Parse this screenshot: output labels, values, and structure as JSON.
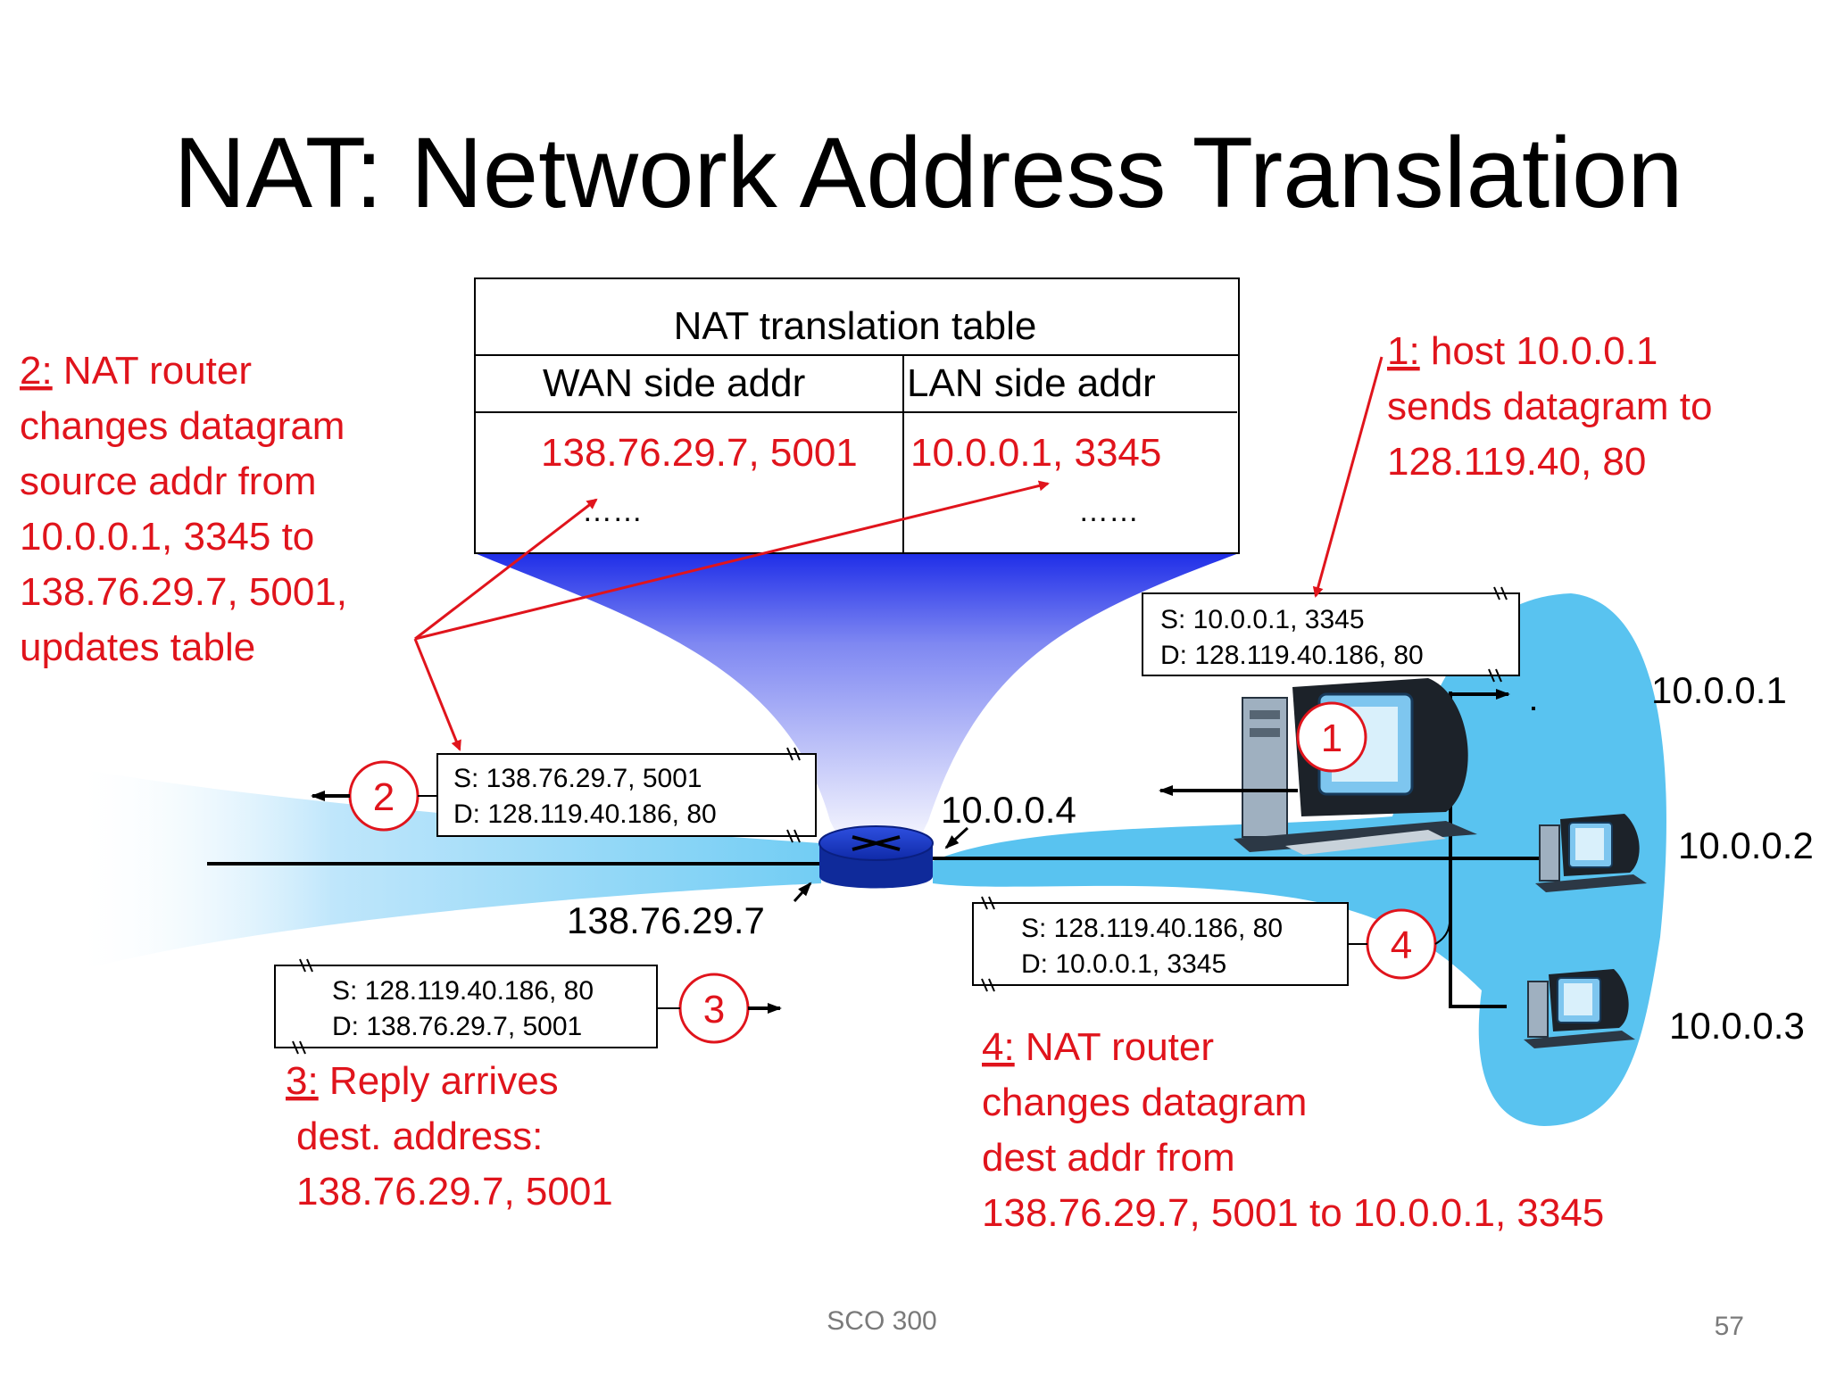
{
  "slide": {
    "title": "NAT: Network Address Translation",
    "footer": "SCO 300",
    "page_number": "57"
  },
  "nat_table": {
    "caption": "NAT translation table",
    "col_wan": "WAN side addr",
    "col_lan": "LAN side addr",
    "row_wan": "138.76.29.7, 5001",
    "row_lan": "10.0.0.1, 3345",
    "ellipsis_wan": "……",
    "ellipsis_lan": "……"
  },
  "step1": {
    "num": "1:",
    "line1": " host 10.0.0.1",
    "line2": "sends datagram to",
    "line3": "128.119.40, 80"
  },
  "step2": {
    "num": "2:",
    "line1": " NAT router",
    "line2": "changes datagram",
    "line3": "source addr from",
    "line4": "10.0.0.1, 3345 to",
    "line5": "138.76.29.7, 5001,",
    "line6": "updates table"
  },
  "step3": {
    "num": "3:",
    "line1": " Reply arrives",
    "line2": "dest. address:",
    "line3": "138.76.29.7, 5001"
  },
  "step4": {
    "num": "4:",
    "line1": " NAT router",
    "line2": "changes datagram",
    "line3": "dest addr from",
    "line4": "138.76.29.7, 5001 to 10.0.0.1, 3345"
  },
  "packets": {
    "p1_src": "S: 10.0.0.1, 3345",
    "p1_dst": "D: 128.119.40.186, 80",
    "p2_src": "S: 138.76.29.7, 5001",
    "p2_dst": "D: 128.119.40.186, 80",
    "p3_src": "S: 128.119.40.186, 80",
    "p3_dst": "D: 138.76.29.7, 5001",
    "p4_src": "S: 128.119.40.186, 80",
    "p4_dst": "D: 10.0.0.1, 3345"
  },
  "badges": {
    "b1": "1",
    "b2": "2",
    "b3": "3",
    "b4": "4"
  },
  "addresses": {
    "router_lan": "10.0.0.4",
    "router_wan": "138.76.29.7",
    "host1": "10.0.0.1",
    "host2": "10.0.0.2",
    "host3": "10.0.0.3"
  },
  "colors": {
    "annotation_red": "#e0141c",
    "network_blue": "#59c3f0",
    "router_blue": "#1a32c8"
  }
}
